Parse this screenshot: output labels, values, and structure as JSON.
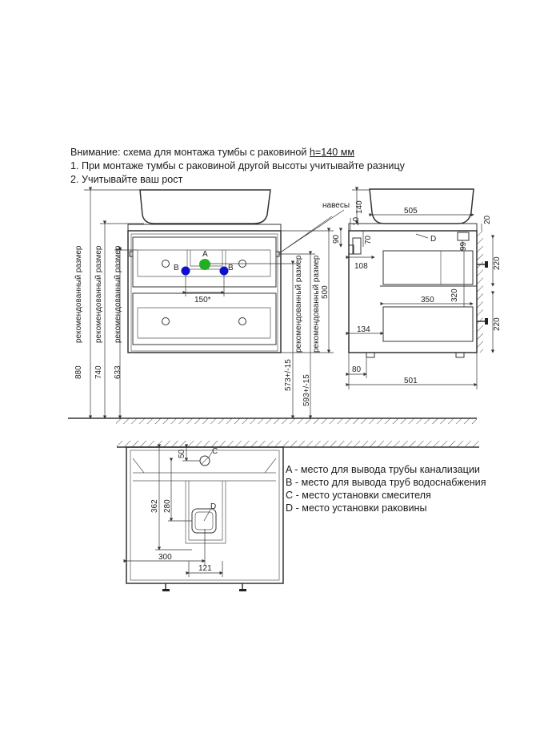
{
  "notes": {
    "warning_prefix": "Внимание: схема для монтажа тумбы с раковиной ",
    "warning_height": "h=140 мм",
    "note1": "1. При монтаже тумбы с раковиной другой высоты учитывайте разницу",
    "note2": "2. Учитывайте ваш рост"
  },
  "legend": {
    "a": "A - место для вывода трубы канализации",
    "b": "B - место для вывода труб водоснабжения",
    "c": "C - место установки смесителя",
    "d": "D - место установки раковины"
  },
  "front": {
    "label_a": "A",
    "label_b_left": "B",
    "label_b_right": "B",
    "dim_150": "150*",
    "dim_880": "880",
    "dim_740": "740",
    "dim_633": "633",
    "dim_500": "500",
    "dim_573": "573+/-15",
    "dim_593": "593+/-15",
    "rec1": "рекомендованный размер",
    "rec2": "рекомендованный размер",
    "rec3": "рекомендованный размер",
    "rec4": "рекомендованный размер",
    "rec5": "рекомендованный размер",
    "hinges": "навесы",
    "colors": {
      "point_a": "#22b022",
      "point_b": "#1010cc"
    }
  },
  "side": {
    "dim_140": "140",
    "dim_505": "505",
    "dim_20": "20",
    "dim_10": "10",
    "dim_90": "90",
    "dim_70": "70",
    "dim_99": "99",
    "dim_108": "108",
    "dim_220a": "220",
    "dim_320": "320",
    "dim_350": "350",
    "dim_220b": "220",
    "dim_134": "134",
    "dim_80": "80",
    "dim_501": "501",
    "label_d": "D"
  },
  "top": {
    "label_c": "C",
    "label_d": "D",
    "dim_50": "50",
    "dim_362": "362",
    "dim_280": "280",
    "dim_300": "300",
    "dim_121": "121"
  }
}
